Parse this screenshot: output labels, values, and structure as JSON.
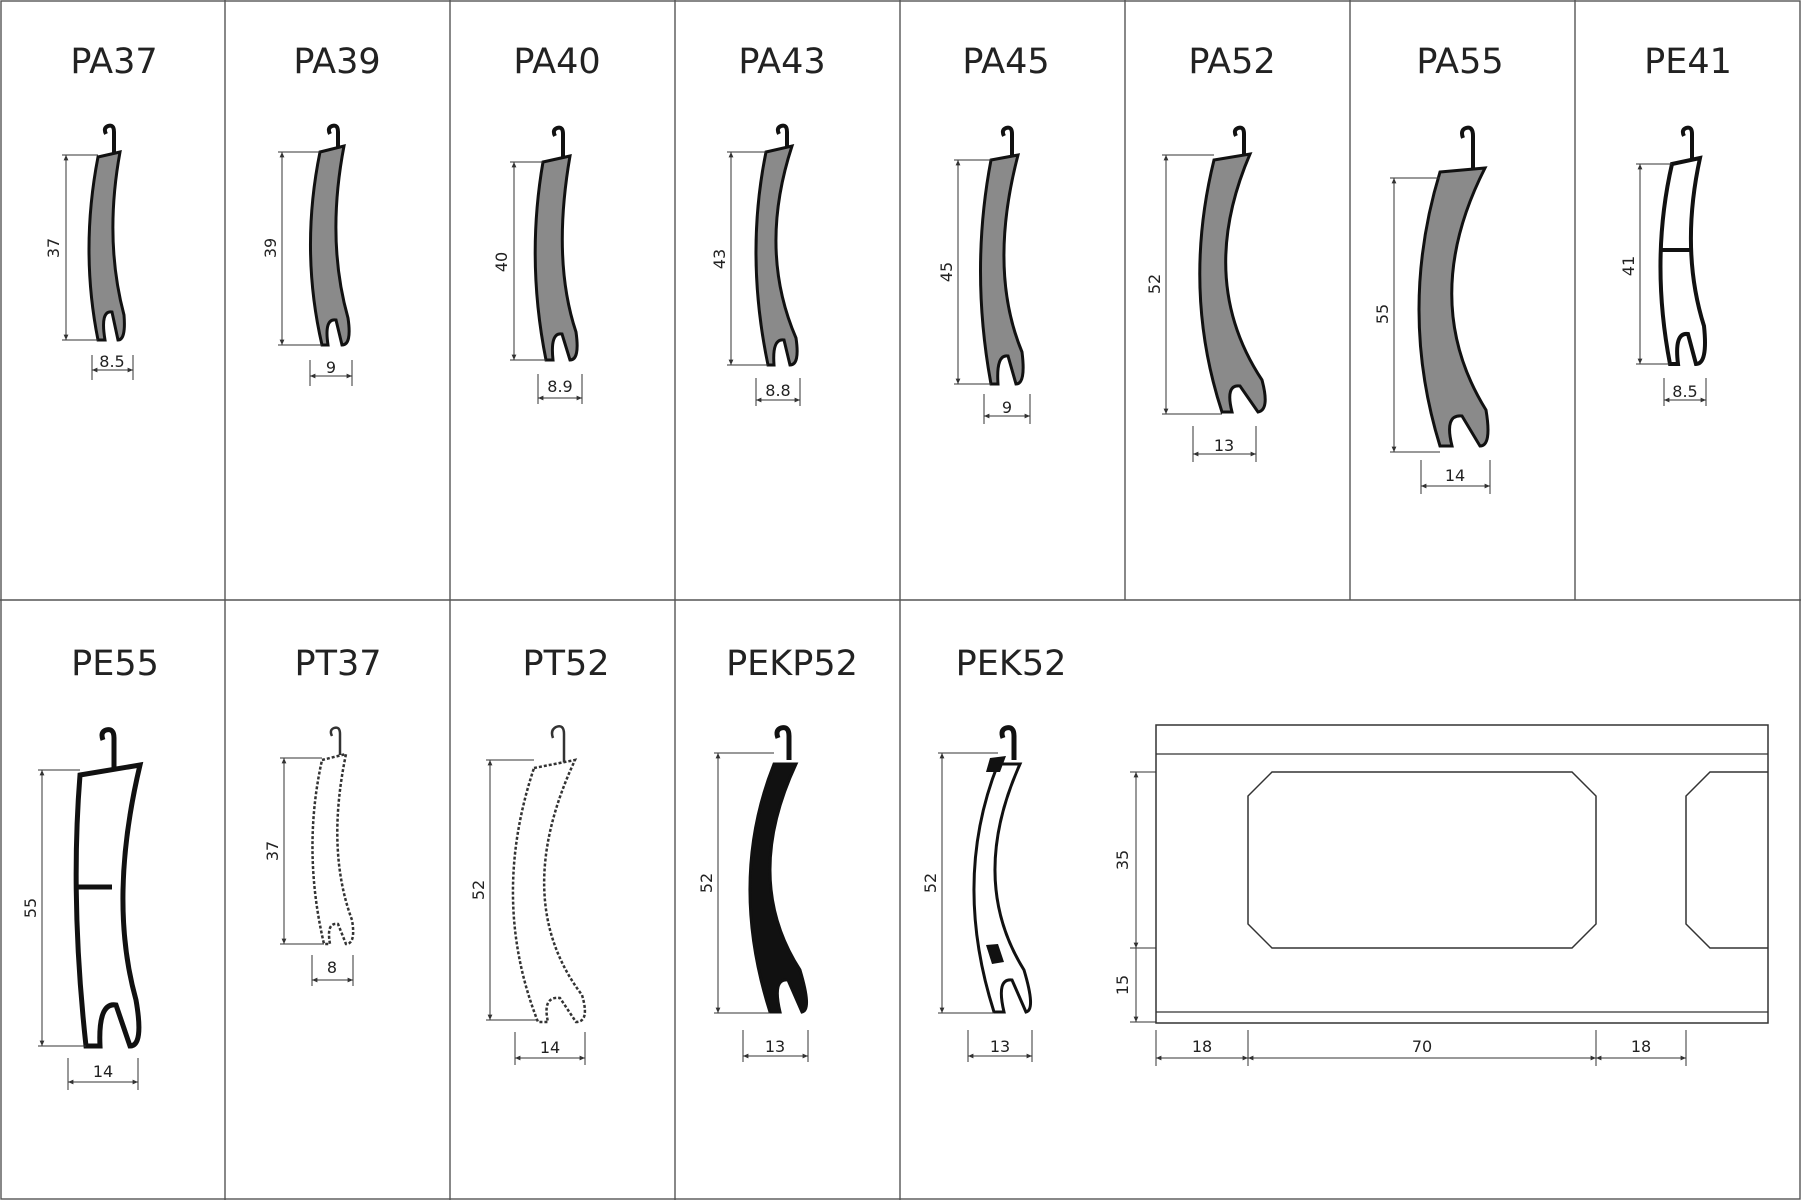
{
  "colors": {
    "background": "#ffffff",
    "grid": "#555555",
    "solid_fill": "#8a8a8a",
    "outline": "#111111"
  },
  "profiles": [
    {
      "name": "PA37",
      "height_label": "37",
      "width_label": "8.5"
    },
    {
      "name": "PA39",
      "height_label": "39",
      "width_label": "9"
    },
    {
      "name": "PA40",
      "height_label": "40",
      "width_label": "8.9"
    },
    {
      "name": "PA43",
      "height_label": "43",
      "width_label": "8.8"
    },
    {
      "name": "PA45",
      "height_label": "45",
      "width_label": "9"
    },
    {
      "name": "PA52",
      "height_label": "52",
      "width_label": "13"
    },
    {
      "name": "PA55",
      "height_label": "55",
      "width_label": "14"
    },
    {
      "name": "PE41",
      "height_label": "41",
      "width_label": "8.5"
    },
    {
      "name": "PE55",
      "height_label": "55",
      "width_label": "14"
    },
    {
      "name": "PT37",
      "height_label": "37",
      "width_label": "8"
    },
    {
      "name": "PT52",
      "height_label": "52",
      "width_label": "14"
    },
    {
      "name": "PEKP52",
      "height_label": "52",
      "width_label": "13"
    },
    {
      "name": "PEK52",
      "height_label": "52",
      "width_label": "13"
    }
  ],
  "perforation": {
    "height_top": "35",
    "height_bottom": "15",
    "width_left": "18",
    "width_middle": "70",
    "width_right": "18"
  }
}
